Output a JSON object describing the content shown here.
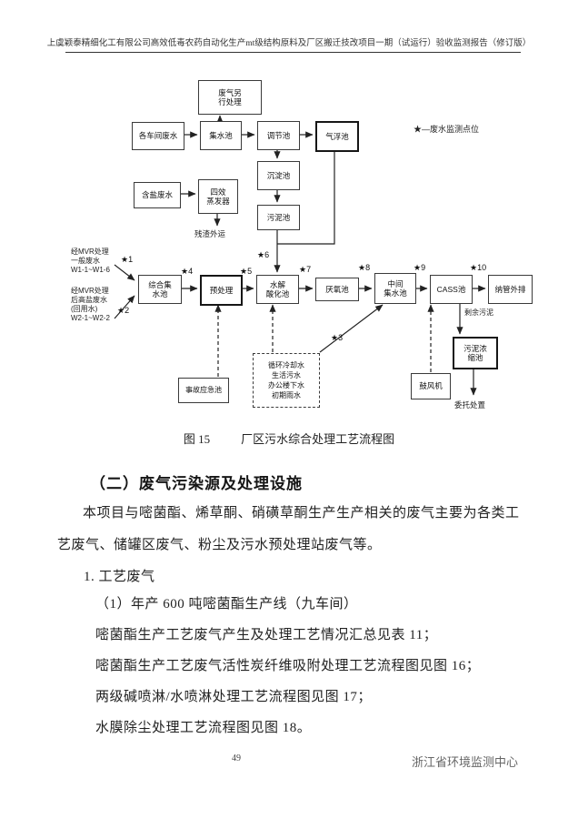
{
  "header": {
    "title": "上虞颖泰精细化工有限公司高效低毒农药自动化生产mt级结构原料及厂区搬迁技改项目一期（试运行）验收监测报告（修订版）"
  },
  "flowchart": {
    "legend": "★—废水监测点位",
    "stars": {
      "s1": "★1",
      "s2": "★2",
      "s3": "★3",
      "s4": "★4",
      "s5": "★5",
      "s6": "★6",
      "s7": "★7",
      "s8": "★8",
      "s9": "★9",
      "s10": "★10"
    },
    "nodes": {
      "offgas": "废气另\n行处理",
      "workshop": "各车间废水",
      "collect": "集水池",
      "regulate": "调节池",
      "flotation": "气浮池",
      "sediment": "沉淀池",
      "sludge": "污泥池",
      "salty": "含盐废水",
      "evaporator": "四效\n蒸发器",
      "residue": "残渣外运",
      "comprehensive": "综合集\n水池",
      "pretreatment": "预处理",
      "hydrolysis": "水解\n酸化池",
      "anaerobic": "厌氧池",
      "intermediate": "中间\n集水池",
      "cass": "CASS池",
      "outfall": "纳管外排",
      "clean_streams": "循环冷却水\n生活污水\n办公楼下水\n初期雨水",
      "emergency": "事故应急池",
      "blower": "鼓风机",
      "thickener": "污泥浓\n缩池",
      "surplus": "剩余污泥",
      "disposal": "委托处置",
      "mvr_general": "经MVR处理\n一般废水\nW1-1~W1-6",
      "mvr_salty": "经MVR处理\n后高盐废水\n(回用水)\nW2-1~W2-2"
    }
  },
  "caption": {
    "label": "图 15",
    "text": "厂区污水综合处理工艺流程图"
  },
  "section": {
    "heading": "（二）废气污染源及处理设施"
  },
  "body": {
    "para_line1": "本项目与嘧菌酯、烯草酮、硝磺草酮生产生产相关的废气主要为各类工",
    "para_line2": "艺废气、储罐区废气、粉尘及污水预处理站废气等。",
    "item1": "1. 工艺废气",
    "item2": "（1）年产 600 吨嘧菌酯生产线（九车间）",
    "line1": "嘧菌酯生产工艺废气产生及处理工艺情况汇总见表 11；",
    "line2": "嘧菌酯生产工艺废气活性炭纤维吸附处理工艺流程图见图 16；",
    "line3": "两级碱喷淋/水喷淋处理工艺流程图见图 17；",
    "line4": "水膜除尘处理工艺流程图见图 18。"
  },
  "footer": {
    "page": "49",
    "org": "浙江省环境监测中心"
  }
}
